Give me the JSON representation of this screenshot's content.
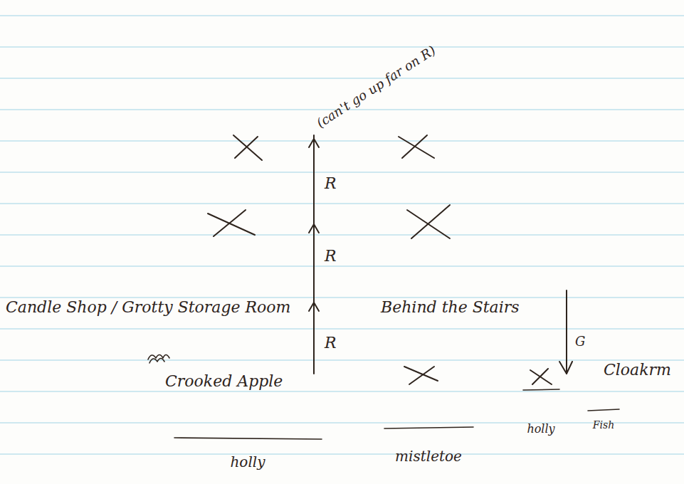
{
  "diagram": {
    "labels": [
      "(can't go up far on R)",
      "Candle Shop / Grotty Storage Room",
      "Behind the Stairs",
      "Crooked Apple",
      "R",
      "R",
      "R",
      "G",
      "Cloakrm",
      "holly",
      "mistletoe",
      "holly",
      "Fish"
    ]
  }
}
